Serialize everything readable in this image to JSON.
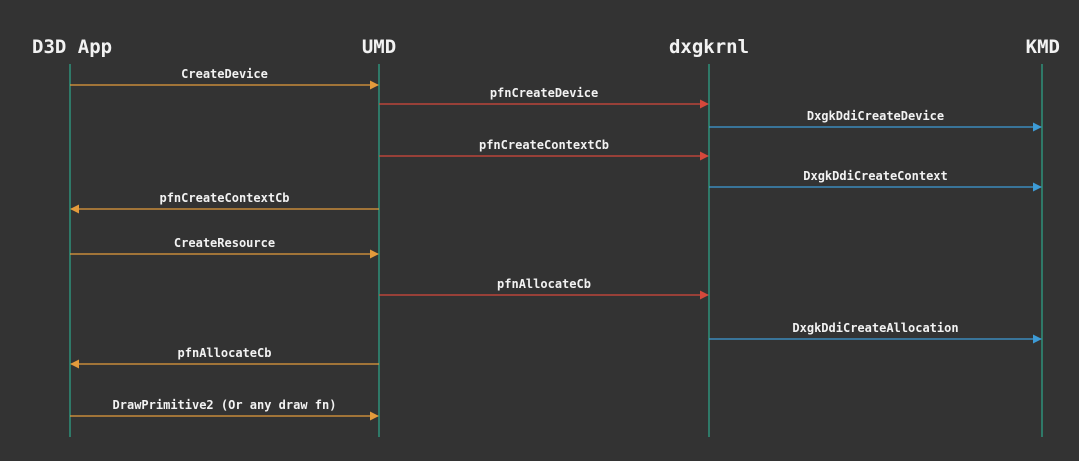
{
  "actors": [
    {
      "name": "D3D App"
    },
    {
      "name": "UMD"
    },
    {
      "name": "dxgkrnl"
    },
    {
      "name": "KMD"
    }
  ],
  "messages": [
    {
      "label": "CreateDevice",
      "from": 0,
      "to": 1,
      "color": "#e39a3b"
    },
    {
      "label": "pfnCreateDevice",
      "from": 1,
      "to": 2,
      "color": "#d4483b"
    },
    {
      "label": "DxgkDdiCreateDevice",
      "from": 2,
      "to": 3,
      "color": "#3d9bd6"
    },
    {
      "label": "pfnCreateContextCb",
      "from": 1,
      "to": 2,
      "color": "#d4483b"
    },
    {
      "label": "DxgkDdiCreateContext",
      "from": 2,
      "to": 3,
      "color": "#3d9bd6"
    },
    {
      "label": "pfnCreateContextCb",
      "from": 1,
      "to": 0,
      "color": "#e39a3b"
    },
    {
      "label": "CreateResource",
      "from": 0,
      "to": 1,
      "color": "#e39a3b"
    },
    {
      "label": "pfnAllocateCb",
      "from": 1,
      "to": 2,
      "color": "#d4483b"
    },
    {
      "label": "DxgkDdiCreateAllocation",
      "from": 2,
      "to": 3,
      "color": "#3d9bd6"
    },
    {
      "label": "pfnAllocateCb",
      "from": 1,
      "to": 0,
      "color": "#e39a3b"
    },
    {
      "label": "DrawPrimitive2 (Or any draw fn)",
      "from": 0,
      "to": 1,
      "color": "#e39a3b"
    }
  ],
  "colors": {
    "background": "#333333",
    "lifeline": "#2bbf9e",
    "text": "#f2f2f2"
  }
}
